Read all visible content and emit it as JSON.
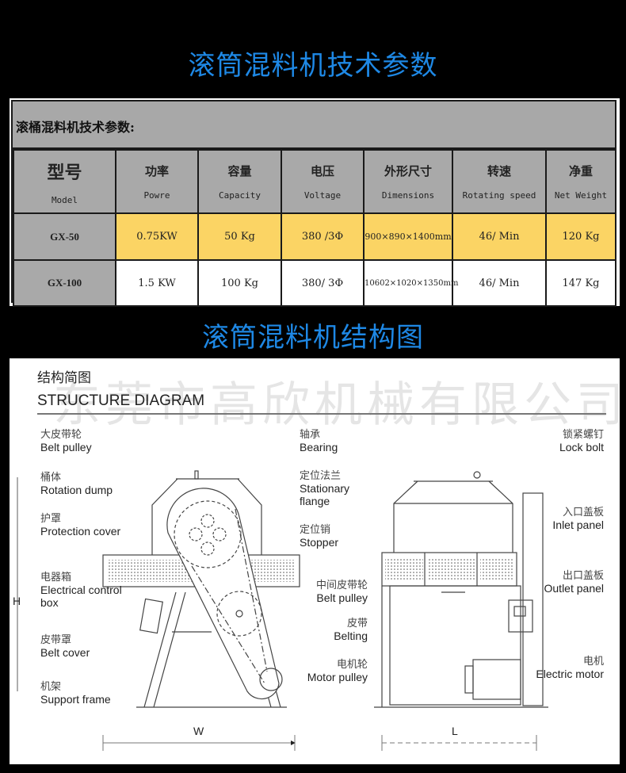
{
  "headings": {
    "specs_title": "滚筒混料机技术参数",
    "structure_title": "滚筒混料机结构图"
  },
  "spec_table": {
    "caption": "滚桶混料机技术参数:",
    "columns": [
      {
        "cn": "型号",
        "en": "Model"
      },
      {
        "cn": "功率",
        "en": "Powre"
      },
      {
        "cn": "容量",
        "en": "Capacity"
      },
      {
        "cn": "电压",
        "en": "Voltage"
      },
      {
        "cn": "外形尺寸",
        "en": "Dimensions"
      },
      {
        "cn": "转速",
        "en": "Rotating speed"
      },
      {
        "cn": "净重",
        "en": "Net Weight"
      }
    ],
    "rows": [
      {
        "model": "GX-50",
        "power": "0.75KW",
        "capacity": "50 Kg",
        "voltage": "380 /3Φ",
        "dimensions": "900×890×1400mm",
        "speed": "46/ Min",
        "weight": "120 Kg"
      },
      {
        "model": "GX-100",
        "power": "1.5 KW",
        "capacity": "100 Kg",
        "voltage": "380/ 3Φ",
        "dimensions": "10602×1020×1350mm",
        "speed": "46/ Min",
        "weight": "147 Kg"
      }
    ],
    "colors": {
      "header_bg": "#a9a9a9",
      "highlight_row": "#fbd464",
      "normal_row": "#ffffff"
    }
  },
  "diagram": {
    "title_cn": "结构简图",
    "title_en": "STRUCTURE DIAGRAM",
    "watermark": "东莞市高欣机械有限公司",
    "left_labels": [
      {
        "cn": "大皮带轮",
        "en": "Belt pulley"
      },
      {
        "cn": "桶体",
        "en": "Rotation dump"
      },
      {
        "cn": "护罩",
        "en": "Protection cover"
      },
      {
        "cn": "电器箱",
        "en": "Electrical control box"
      },
      {
        "cn": "皮带罩",
        "en": "Belt cover"
      },
      {
        "cn": "机架",
        "en": "Support frame"
      }
    ],
    "middle_labels": [
      {
        "cn": "轴承",
        "en": "Bearing"
      },
      {
        "cn": "定位法兰",
        "en": "Stationary flange"
      },
      {
        "cn": "定位销",
        "en": "Stopper"
      },
      {
        "cn": "中间皮带轮",
        "en": "Belt pulley"
      },
      {
        "cn": "皮带",
        "en": "Belting"
      },
      {
        "cn": "电机轮",
        "en": "Motor pulley"
      }
    ],
    "right_labels": [
      {
        "cn": "锁紧螺钉",
        "en": "Lock bolt"
      },
      {
        "cn": "入口盖板",
        "en": "Inlet panel"
      },
      {
        "cn": "出口盖板",
        "en": "Outlet panel"
      },
      {
        "cn": "电机",
        "en": "Electric motor"
      }
    ],
    "dimensions": {
      "height": "H",
      "width": "W",
      "length": "L"
    }
  }
}
